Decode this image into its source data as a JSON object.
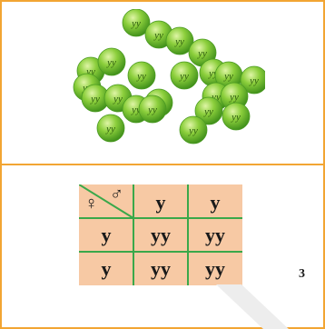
{
  "pea_label": "yy",
  "punnett": {
    "female_symbol": "♀",
    "male_symbol": "♂",
    "col_headers": [
      "y",
      "y"
    ],
    "rows": [
      {
        "header": "y",
        "cells": [
          "yy",
          "yy"
        ]
      },
      {
        "header": "y",
        "cells": [
          "yy",
          "yy"
        ]
      }
    ]
  },
  "page_number": "3",
  "colors": {
    "frame": "#f2a533",
    "cell_fill": "#f7c9a4",
    "grid_lines": "#3aa84a",
    "pea_green": "#6fbf2d"
  }
}
